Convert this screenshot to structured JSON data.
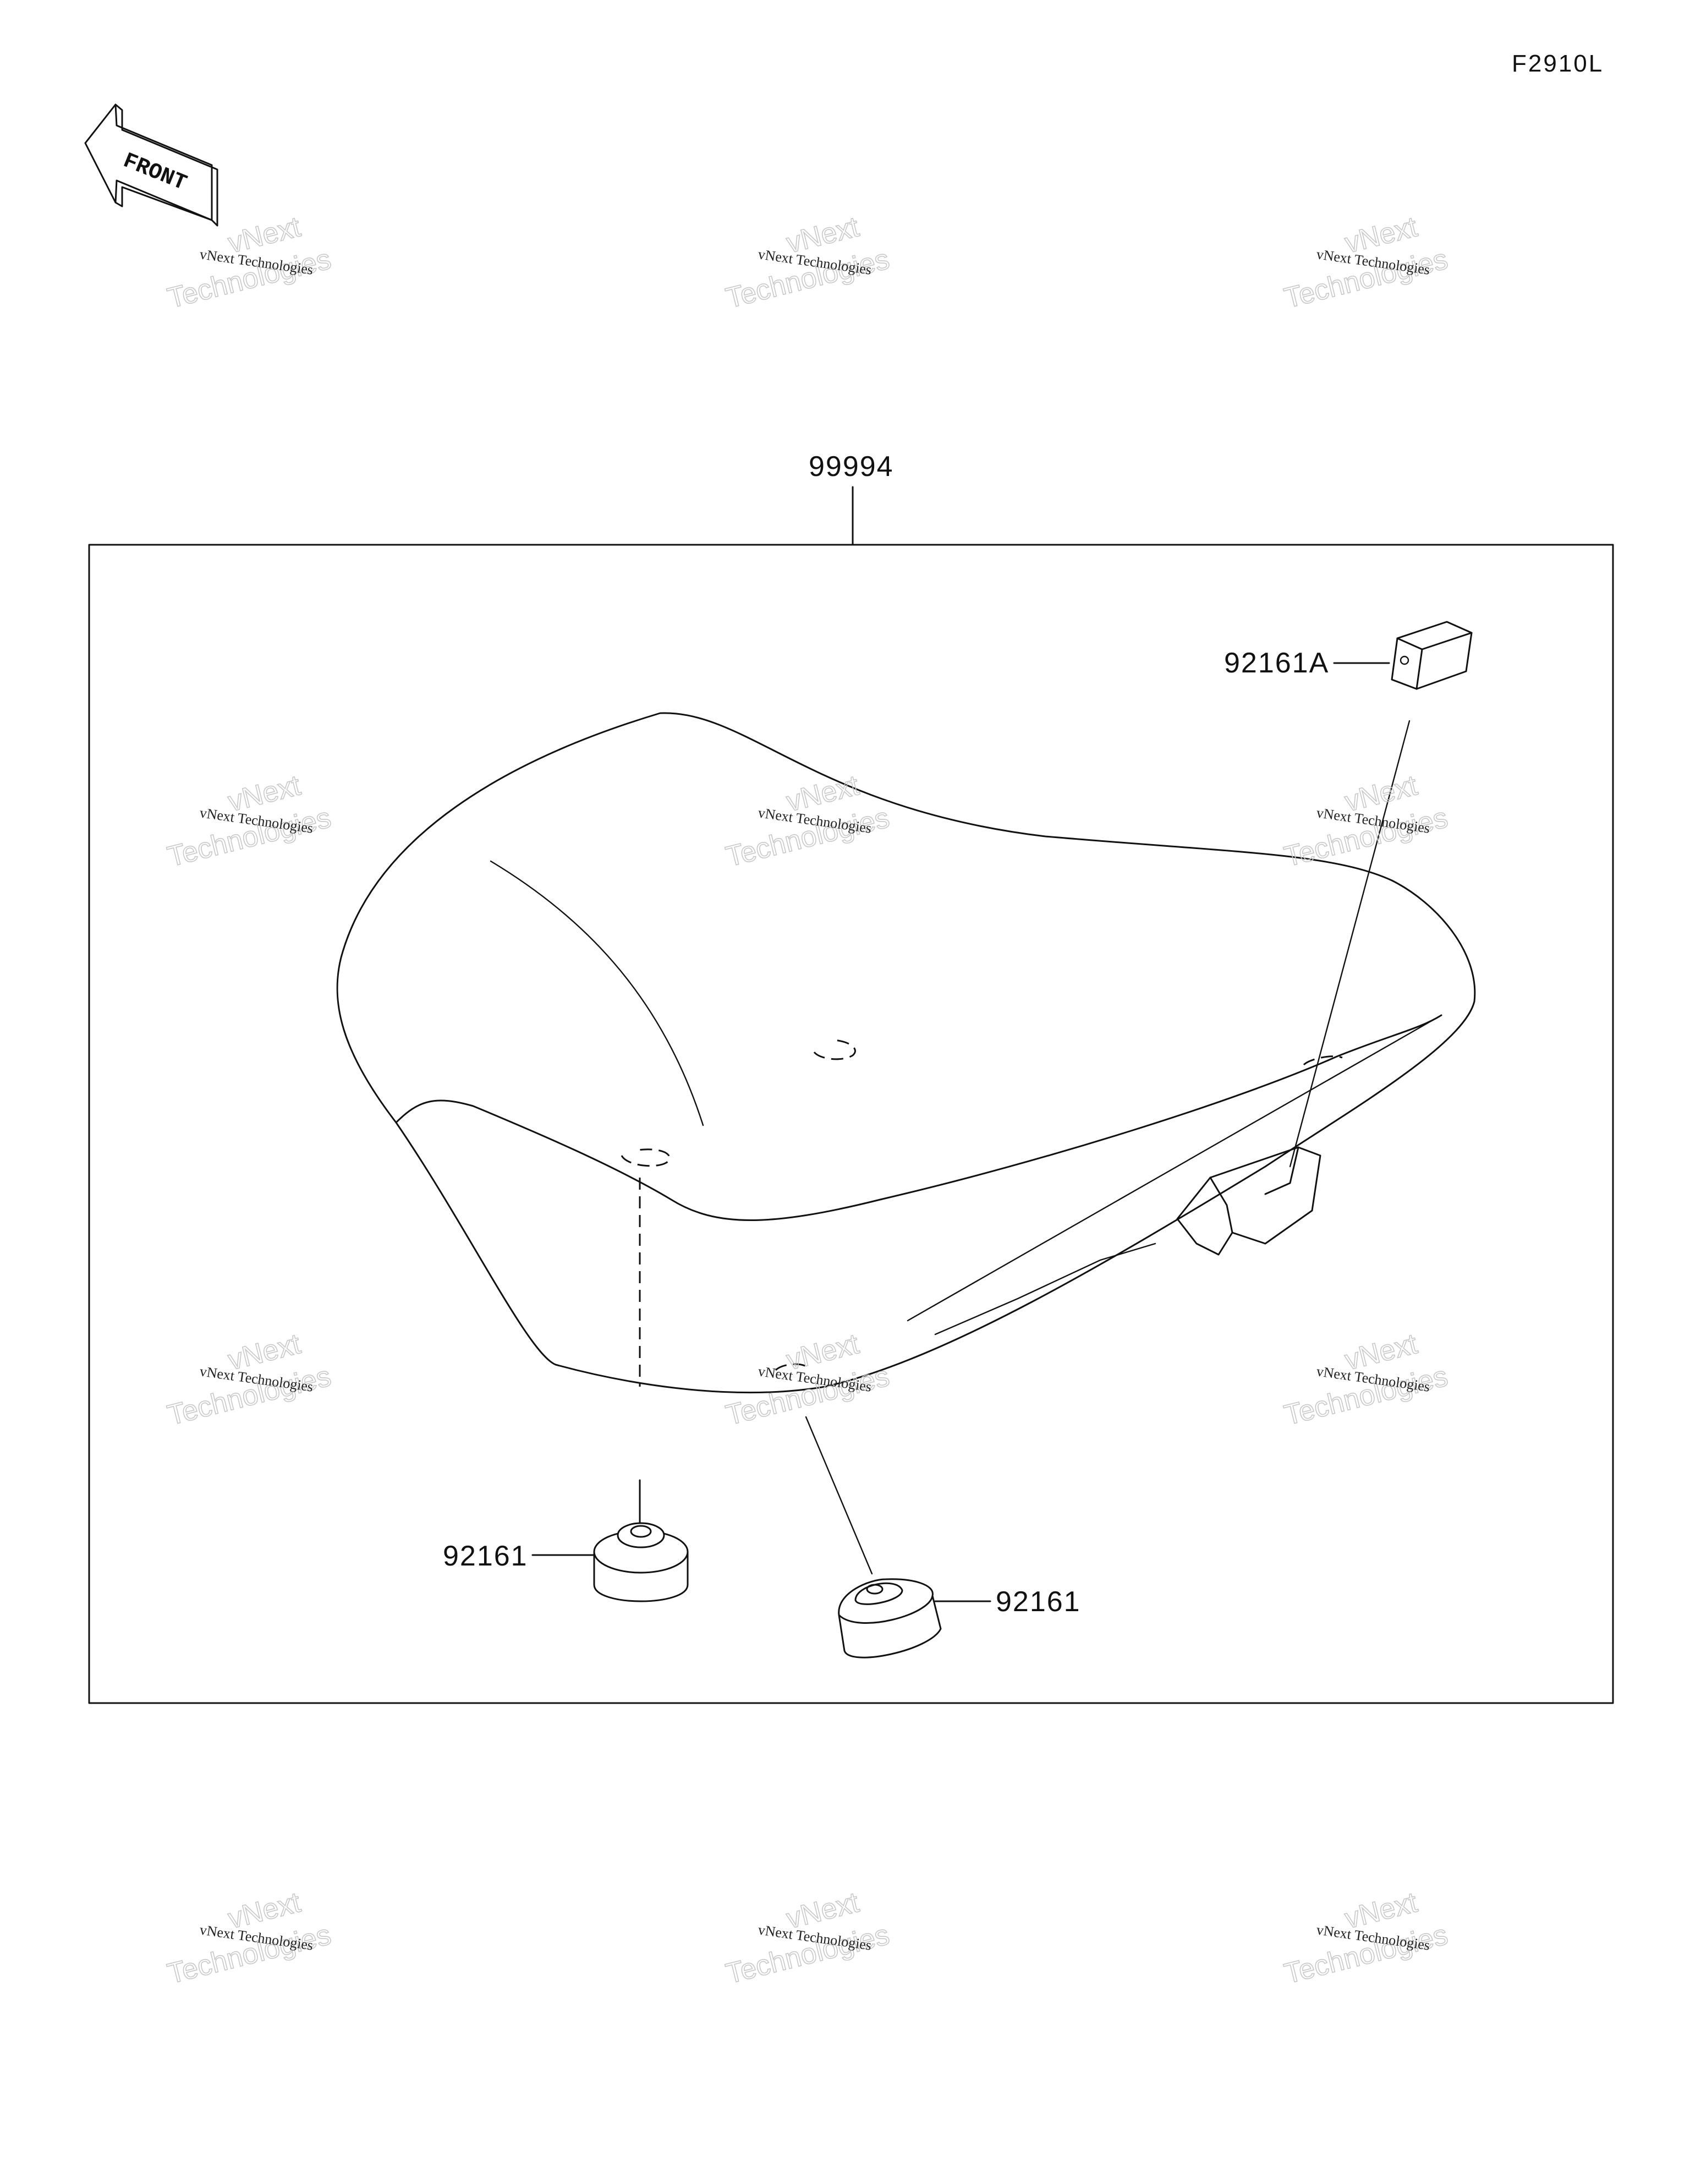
{
  "figure_code": "F2910L",
  "front_label": "FRONT",
  "parts": {
    "seat_assembly": "99994",
    "rubber_damper_a": "92161A",
    "rubber_damper_left": "92161",
    "rubber_damper_right": "92161"
  },
  "watermark": {
    "line1": "vNext Technologies",
    "line2a": "vNext",
    "line2b": "Technologies"
  }
}
